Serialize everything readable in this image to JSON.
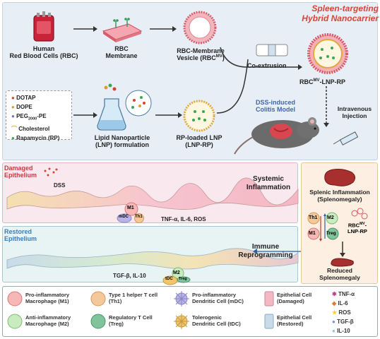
{
  "title": {
    "line1": "Spleen-targeting",
    "line2": "Hybrid Nanocarrier"
  },
  "top": {
    "rbc_label": "Human\nRed Blood Cells (RBC)",
    "membrane_label": "RBC\nMembrane",
    "vesicle_label": "RBC-Membrane\nVesicle (RBC",
    "vesicle_sup": "MV",
    "vesicle_close": ")",
    "coextrusion": "Co-extrusion",
    "product_label": "RBC",
    "product_sup": "MV",
    "product_suffix": "-LNP-RP"
  },
  "lipids": {
    "items": [
      "DOTAP",
      "DOPE",
      "PEG",
      "Cholesterol",
      "Rapamycin (RP)"
    ],
    "peg_sub": "2000",
    "peg_suffix": "-PE"
  },
  "mid": {
    "lnp_label": "Lipid Nanoparticle\n(LNP) formulation",
    "rp_lnp_label": "RP-loaded LNP\n(LNP-RP)",
    "colitis_label": "DSS-induced\nColitis Model",
    "iv_label": "Intravenous\nInjection"
  },
  "damaged": {
    "title": "Damaged\nEpithelium",
    "dss": "DSS",
    "cytokines": "TNF-α, IL-6, ROS",
    "systemic": "Systemic\nInflammation",
    "m1": "M1",
    "mdc": "mDC",
    "th1": "Th1"
  },
  "spleen": {
    "inflam": "Splenic Inflammation\n(Splenomegaly)",
    "th1": "Th1",
    "m2": "M2",
    "m1": "M1",
    "treg": "Treg",
    "rbc_label": "RBC",
    "rbc_sup": "MV",
    "rbc_suffix": "-\nLNP-RP",
    "reduced": "Reduced\nSplenomegaly"
  },
  "restored": {
    "title": "Restored\nEpithelium",
    "reprog": "Immune\nReprogramming",
    "cytokines": "TGF-β, IL-10",
    "m2": "M2",
    "tdc": "tDC",
    "treg": "Treg"
  },
  "legend": {
    "cells": [
      {
        "text": "Pro-inflammatory\nMacrophage (M1)",
        "color": "#f7b7b7"
      },
      {
        "text": "Type 1 helper T cell\n(Th1)",
        "color": "#f5c89a"
      },
      {
        "text": "Pro-inflammatory\nDendritic Cell (mDC)",
        "color": "#b8b4e6"
      },
      {
        "text": "Epithelial Cell\n(Damaged)",
        "color": "#f4b8c4"
      },
      {
        "text": "Anti-inflammatory\nMacrophage (M2)",
        "color": "#c8ecc0"
      },
      {
        "text": "Regulatory T Cell\n(Treg)",
        "color": "#7fc49a"
      },
      {
        "text": "Tolerogenic\nDendritic Cell (tDC)",
        "color": "#f2c46a"
      },
      {
        "text": "Epithelial Cell\n(Restored)",
        "color": "#c9dbe9"
      }
    ],
    "markers": [
      {
        "text": "TNF-α",
        "color": "#c0398f"
      },
      {
        "text": "IL-6",
        "color": "#e07a2b"
      },
      {
        "text": "ROS",
        "color": "#f1d21f"
      },
      {
        "text": "TGF-β",
        "color": "#7a8fc6"
      },
      {
        "text": "IL-10",
        "color": "#8fc2e0"
      }
    ]
  }
}
